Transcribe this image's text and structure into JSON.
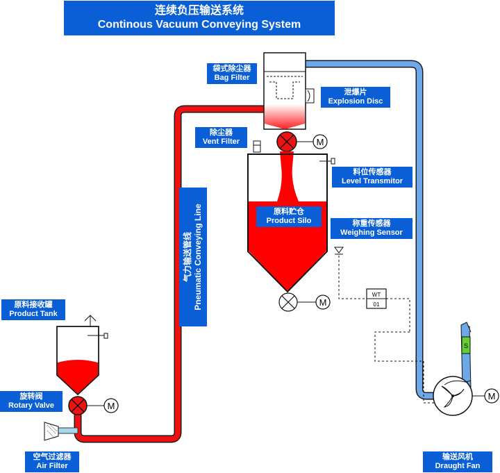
{
  "title": {
    "cn": "连续负压输送系统",
    "en": "Continous Vacuum Conveying System"
  },
  "labels": {
    "bag_filter": {
      "cn": "袋式除尘器",
      "en": "Bag Filter"
    },
    "explosion_disc": {
      "cn": "泄爆片",
      "en": "Explosion Disc"
    },
    "vent_filter": {
      "cn": "除尘器",
      "en": "Vent Filter"
    },
    "level_transmitor": {
      "cn": "料位传感器",
      "en": "Level Transmitor"
    },
    "product_silo": {
      "cn": "原料贮仓",
      "en": "Product Silo"
    },
    "weighing_sensor": {
      "cn": "称重传感器",
      "en": "Weighing Sensor"
    },
    "pneumatic_line": {
      "cn": "气力输送管线",
      "en": "Pneumatic Conveying Line"
    },
    "product_tank": {
      "cn": "原料接收罐",
      "en": "Product Tank"
    },
    "rotary_valve": {
      "cn": "旋转阀",
      "en": "Rotary Valve"
    },
    "air_filter": {
      "cn": "空气过滤器",
      "en": "Air Filter"
    },
    "draught_fan": {
      "cn": "输送风机",
      "en": "Draught Fan"
    }
  },
  "symbols": {
    "motor": "M",
    "wt": "WT",
    "wt_num": "01",
    "fan_s": "S"
  },
  "colors": {
    "label_bg": "#0a5fd6",
    "product": "#ff0000",
    "pipe_red": "#ee1111",
    "pipe_blue": "#6ea8e8"
  }
}
